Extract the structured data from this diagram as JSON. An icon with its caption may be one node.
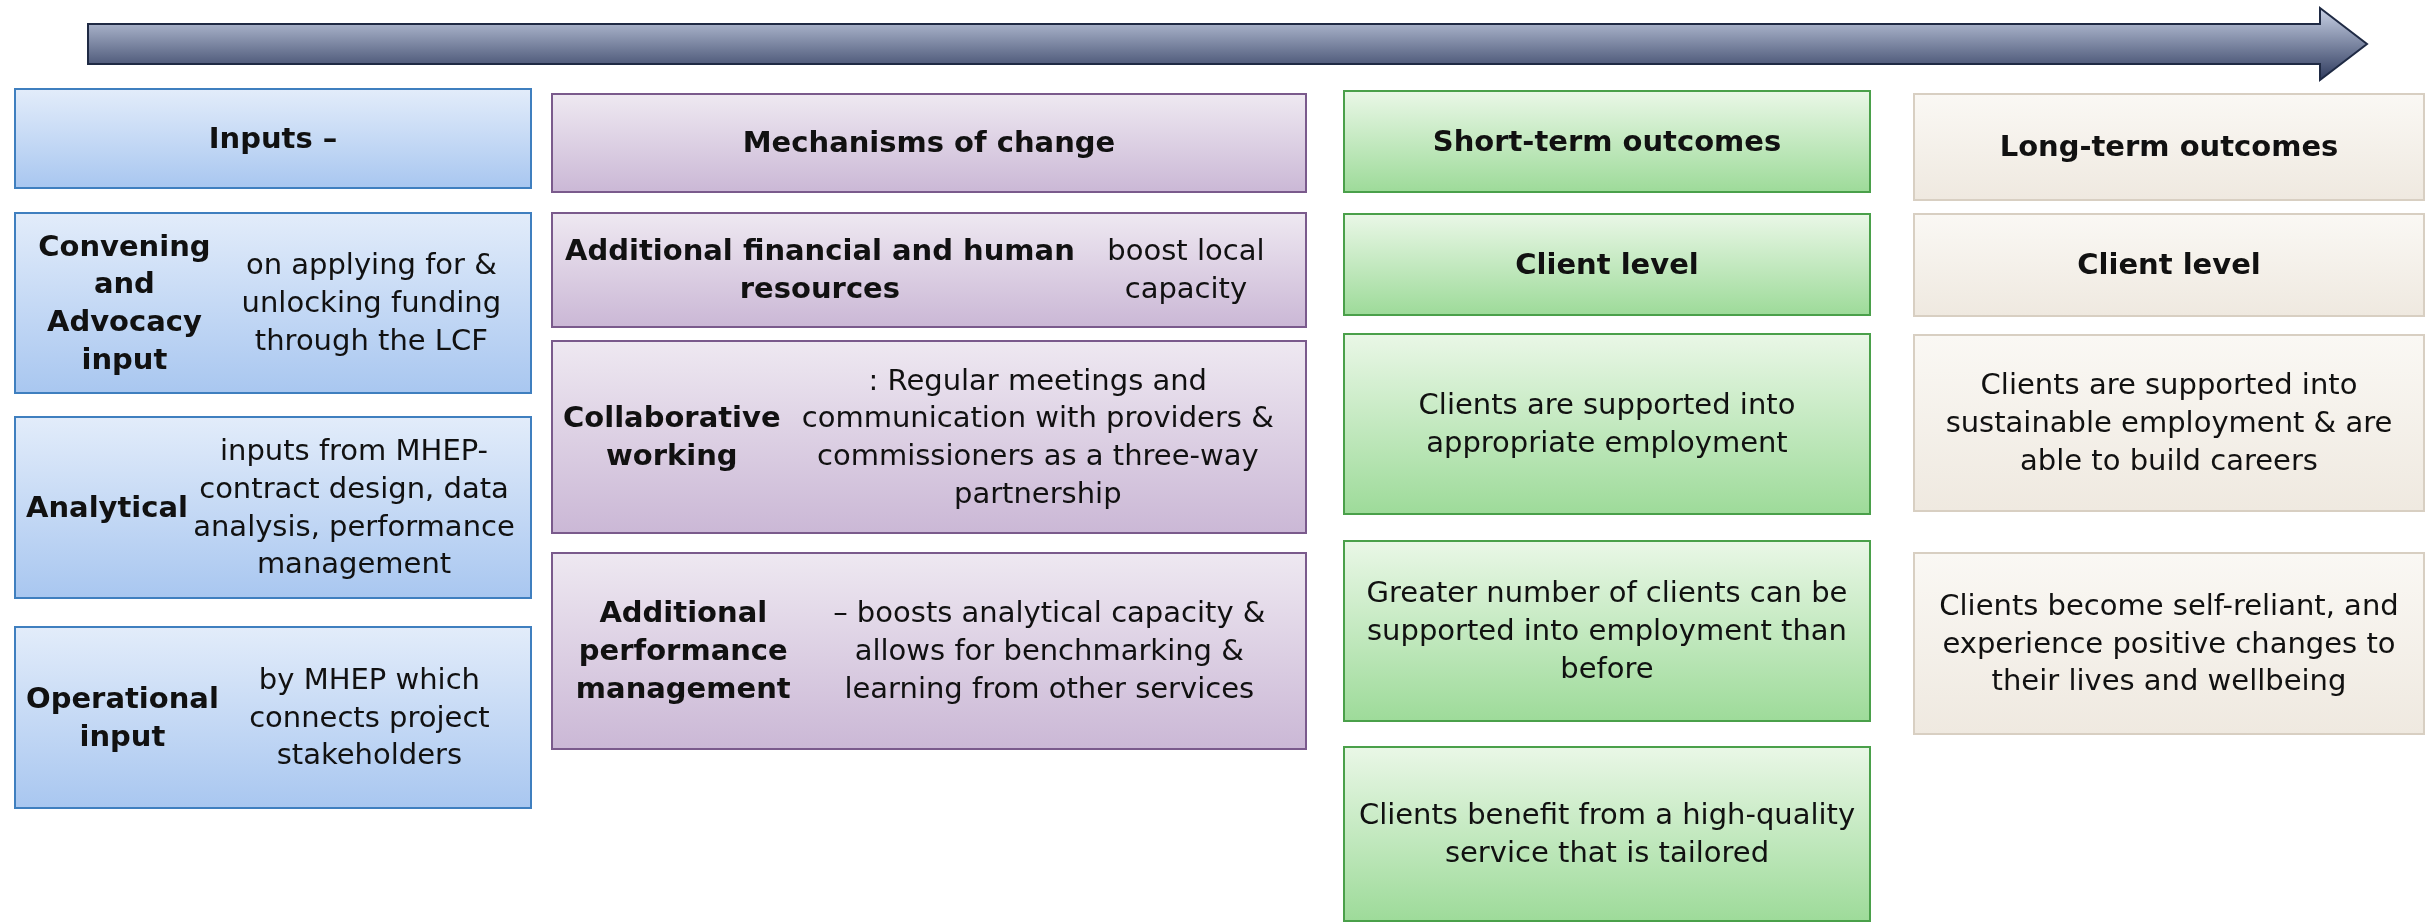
{
  "diagram": {
    "nodes": [
      {
        "text": [
          "Inputs –"
        ]
      },
      {
        "text": [
          "**Convening and Advocacy input** on applying for & unlocking funding through the LCF"
        ]
      },
      {
        "text": [
          "**Analytical** inputs from MHEP- contract design, data analysis, performance management"
        ]
      },
      {
        "text": [
          "**Operational input** by MHEP which connects project stakeholders"
        ]
      },
      {
        "text": [
          "Mechanisms of change"
        ]
      },
      {
        "text": [
          "**Additional financial and human resources** boost local capacity"
        ]
      },
      {
        "text": [
          "**Collaborative working**: Regular meetings and communication with providers & commissioners as a three-way partnership"
        ]
      },
      {
        "text": [
          "**Additional performance management** – boosts analytical capacity & allows for benchmarking & learning from other services"
        ]
      },
      {
        "text": [
          "Short-term outcomes"
        ]
      },
      {
        "text": [
          "Client level"
        ]
      },
      {
        "text": [
          "Clients are supported into appropriate employment"
        ]
      },
      {
        "text": [
          "Greater number of clients can be supported into employment than before"
        ]
      },
      {
        "text": [
          "Clients benefit from a high-quality service that is tailored"
        ]
      },
      {
        "text": [
          "Long-term outcomes"
        ]
      },
      {
        "text": [
          "Client level"
        ]
      },
      {
        "text": [
          "Clients are supported into sustainable employment & are able to build careers"
        ]
      },
      {
        "text": [
          "Clients become self-reliant, and experience positive changes to their lives and wellbeing"
        ]
      }
    ]
  }
}
